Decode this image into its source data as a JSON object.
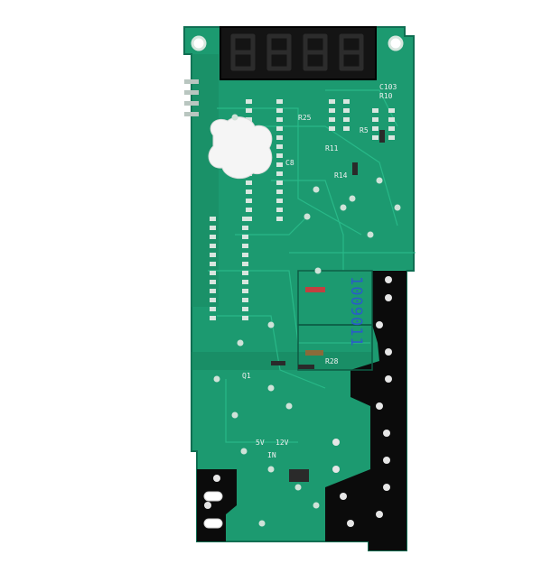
{
  "photo": {
    "subject": "Microwave control circuit board",
    "display": {
      "digit_count": 4,
      "shown_digits": "8888"
    },
    "handwritten_code": "1009011",
    "silkscreen": {
      "supply_5v": "5V",
      "supply_12v": "12V",
      "input_marker": "IN",
      "refdes": [
        "C103",
        "R10",
        "R5",
        "R25",
        "R14",
        "R11",
        "C8",
        "R28",
        "Q1"
      ]
    },
    "colors": {
      "board": "#1c9a70",
      "board_dark": "#12775a",
      "trace": "#1fb180",
      "solder_mask_black": "#0b0b0b",
      "display_body": "#141414",
      "segment": "#2a2a2a",
      "hot_glue": "#f6f6f6",
      "pad": "#d8e6df",
      "ink": "#2a5cc8"
    }
  }
}
